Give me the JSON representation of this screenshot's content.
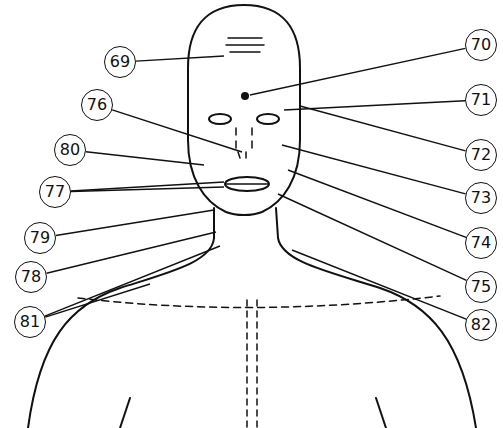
{
  "diagram": {
    "nodes": [
      {
        "text": [
          "69"
        ]
      },
      {
        "text": [
          "76"
        ]
      },
      {
        "text": [
          "80"
        ]
      },
      {
        "text": [
          "77"
        ]
      },
      {
        "text": [
          "79"
        ]
      },
      {
        "text": [
          "78"
        ]
      },
      {
        "text": [
          "81"
        ]
      },
      {
        "text": [
          "70"
        ]
      },
      {
        "text": [
          "71"
        ]
      },
      {
        "text": [
          "72"
        ]
      },
      {
        "text": [
          "73"
        ]
      },
      {
        "text": [
          "74"
        ]
      },
      {
        "text": [
          "75"
        ]
      },
      {
        "text": [
          "82"
        ]
      }
    ]
  }
}
